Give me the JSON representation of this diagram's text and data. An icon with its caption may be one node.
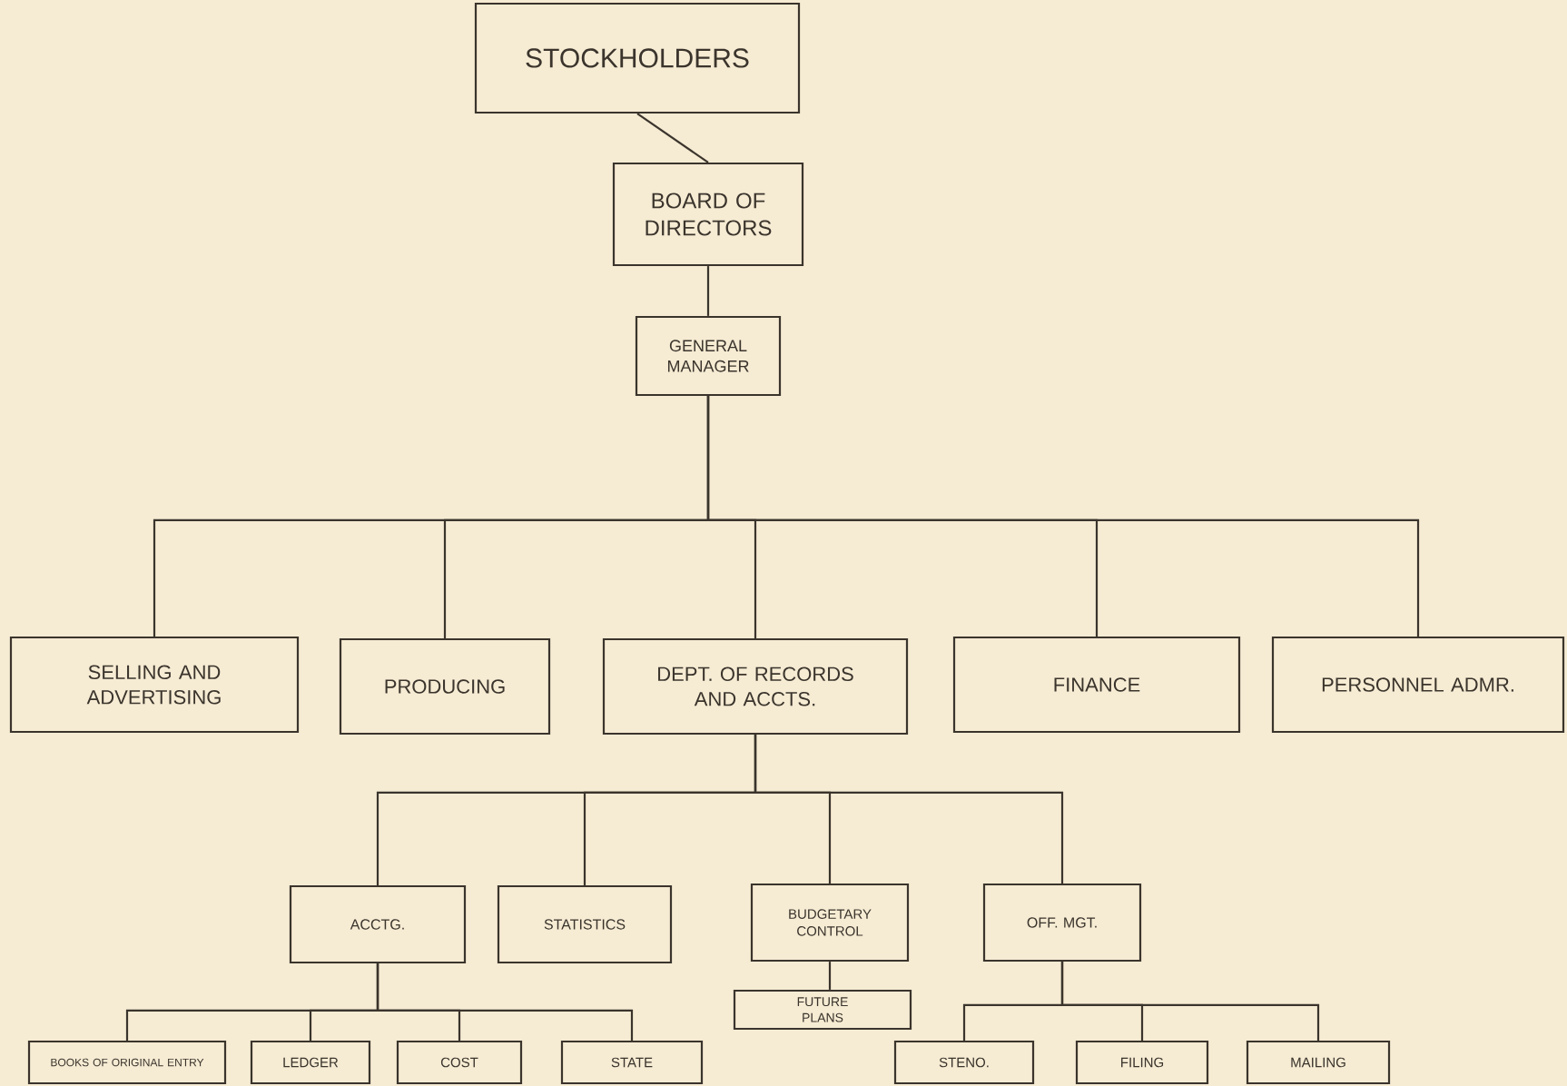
{
  "diagram": {
    "nodes": [
      {
        "text": [
          "STOCKHOLDERS"
        ]
      },
      {
        "text": [
          "BOARD OF DIRECTORS"
        ]
      },
      {
        "text": [
          "GENERAL MANAGER"
        ]
      },
      {
        "text": [
          "SELLING AND ADVERTISING"
        ]
      },
      {
        "text": [
          "PRODUCING"
        ]
      },
      {
        "text": [
          "DEPT. OF RECORDS AND ACCTS."
        ]
      },
      {
        "text": [
          "FINANCE"
        ]
      },
      {
        "text": [
          "PERSONNEL ADMR."
        ]
      },
      {
        "text": [
          "ACCTG."
        ]
      },
      {
        "text": [
          "STATISTICS"
        ]
      },
      {
        "text": [
          "BUDGETARY CONTROL"
        ]
      },
      {
        "text": [
          "FUTURE PLANS"
        ]
      },
      {
        "text": [
          "OFF. MGT."
        ]
      },
      {
        "text": [
          "BOOKS OF ORIGINAL ENTRY"
        ]
      },
      {
        "text": [
          "LEDGER"
        ]
      },
      {
        "text": [
          "COST"
        ]
      },
      {
        "text": [
          "STATE"
        ]
      },
      {
        "text": [
          "STENO."
        ]
      },
      {
        "text": [
          "FILING"
        ]
      },
      {
        "text": [
          "MAILING"
        ]
      }
    ],
    "edges": [
      {
        "from": 0,
        "to": 1,
        "arrow": "none"
      },
      {
        "from": 1,
        "to": 2,
        "arrow": "none"
      },
      {
        "from": 2,
        "to": 3,
        "arrow": "none"
      },
      {
        "from": 2,
        "to": 4,
        "arrow": "none"
      },
      {
        "from": 2,
        "to": 5,
        "arrow": "none"
      },
      {
        "from": 2,
        "to": 6,
        "arrow": "none"
      },
      {
        "from": 2,
        "to": 7,
        "arrow": "none"
      },
      {
        "from": 5,
        "to": 8,
        "arrow": "none"
      },
      {
        "from": 5,
        "to": 9,
        "arrow": "none"
      },
      {
        "from": 5,
        "to": 10,
        "arrow": "none"
      },
      {
        "from": 5,
        "to": 12,
        "arrow": "none"
      },
      {
        "from": 10,
        "to": 11,
        "arrow": "none"
      },
      {
        "from": 8,
        "to": 13,
        "arrow": "none"
      },
      {
        "from": 8,
        "to": 14,
        "arrow": "none"
      },
      {
        "from": 8,
        "to": 15,
        "arrow": "none"
      },
      {
        "from": 8,
        "to": 16,
        "arrow": "none"
      },
      {
        "from": 12,
        "to": 17,
        "arrow": "none"
      },
      {
        "from": 12,
        "to": 18,
        "arrow": "none"
      },
      {
        "from": 12,
        "to": 19,
        "arrow": "none"
      }
    ]
  }
}
